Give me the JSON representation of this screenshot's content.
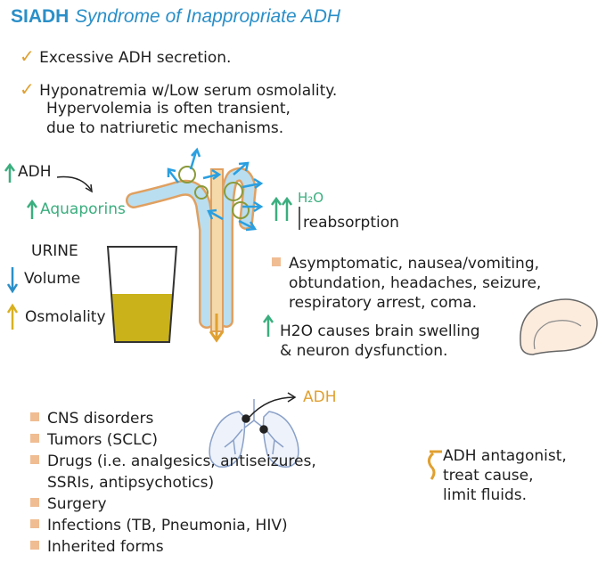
{
  "title": {
    "abbr": "SIADH",
    "full": "Syndrome of Inappropriate ADH"
  },
  "causes_top": [
    "Excessive ADH secretion.",
    "Hyponatremia w/Low serum osmolality.",
    "Hypervolemia is often transient,",
    "due to natriuretic mechanisms."
  ],
  "nephron": {
    "adh_label": "ADH",
    "aquaporins_label": "Aquaporins",
    "h2o_label": "H₂O",
    "reabsorption_label": "reabsorption"
  },
  "urine": {
    "label": "URINE",
    "volume_label": "Volume",
    "osmolality_label": "Osmolality"
  },
  "symptoms": [
    "Asymptomatic, nausea/vomiting,",
    "obtundation, headaches, seizure,",
    "respiratory arrest, coma."
  ],
  "brain_note": [
    "H2O causes brain swelling",
    "& neuron dysfunction."
  ],
  "lung": {
    "adh_label": "ADH"
  },
  "etiologies": [
    {
      "text": "CNS disorders",
      "bullet": true
    },
    {
      "text": "Tumors (SCLC)",
      "bullet": true
    },
    {
      "text": "Drugs (i.e. analgesics, antiseizures,",
      "bullet": true
    },
    {
      "text": "SSRIs, antipsychotics)",
      "bullet": false
    },
    {
      "text": "Surgery",
      "bullet": true
    },
    {
      "text": "Infections (TB, Pneumonia, HIV)",
      "bullet": true
    },
    {
      "text": "Inherited forms",
      "bullet": true
    }
  ],
  "treatment": [
    "ADH antagonist,",
    "treat cause,",
    "limit fluids."
  ],
  "colors": {
    "title": "#2a8fc8",
    "check": "#e0a030",
    "up_arrow_green": "#3aae7e",
    "down_arrow_blue": "#2a8fc8",
    "up_arrow_yellow": "#d8b020",
    "bullet": "#f0bd93",
    "urine": "#c9b21a",
    "nephron_fill": "#b9def0",
    "nephron_outline": "#e0a060"
  }
}
